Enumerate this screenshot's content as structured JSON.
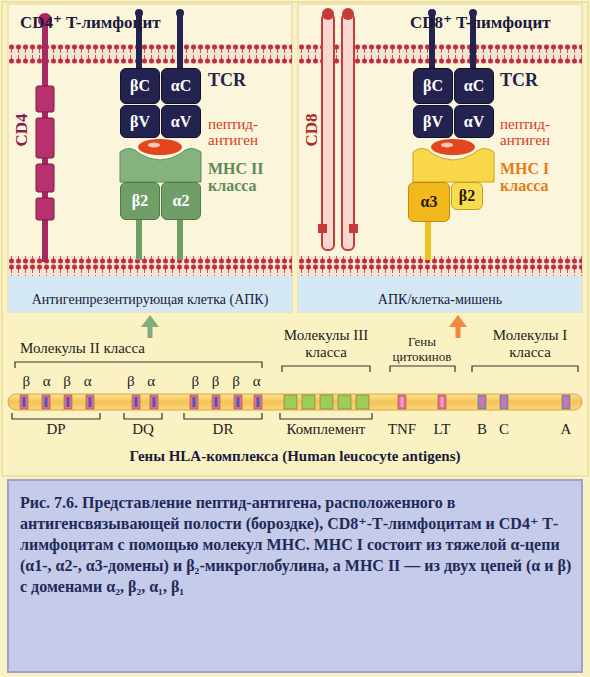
{
  "diagram": {
    "caption": "Рис. 7.6. Представление пептид-антигена, расположенного в антигенсвязывающей полости (бороздке), CD8⁺-Т-лимфоцитам и CD4⁺ Т-лимфоцитам с помощью молекул МНС. МНС I состоит из тяжелой α-цепи (α1-, α2-, α3-домены) и β₂-микроглобулина, а МНС II — из двух цепей (α и β) с доменами α₂, β₂, α₁, β₁",
    "nodes": [
      {
        "text": [
          "CD4⁺ T-лимфоцит"
        ]
      },
      {
        "text": [
          "βC"
        ],
        "in": 0
      },
      {
        "text": [
          "αC"
        ],
        "in": 0
      },
      {
        "text": [
          "βV"
        ],
        "in": 0
      },
      {
        "text": [
          "αV"
        ],
        "in": 0
      },
      {
        "text": [
          "β2"
        ],
        "in": 0
      },
      {
        "text": [
          "α2"
        ],
        "in": 0
      },
      {
        "text": [
          "Антигенпрезентирующая клетка (АПК)"
        ],
        "in": 0
      },
      {
        "text": [
          "CD8⁺ T-лимфоцит"
        ]
      },
      {
        "text": [
          "βC"
        ],
        "in": 8
      },
      {
        "text": [
          "αC"
        ],
        "in": 8
      },
      {
        "text": [
          "βV"
        ],
        "in": 8
      },
      {
        "text": [
          "αV"
        ],
        "in": 8
      },
      {
        "text": [
          "α3"
        ],
        "in": 8
      },
      {
        "text": [
          "β2"
        ],
        "in": 8
      },
      {
        "text": [
          "АПК/клетка-мишень"
        ],
        "in": 8
      }
    ],
    "labels": [
      "CD4",
      "TCR",
      "пептид- антиген",
      "MHC II класса",
      "CD8",
      "TCR",
      "пептид- антиген",
      "MHC I класса",
      "Молекулы II класса",
      "β α β α",
      "β α",
      "β β β α",
      "DP",
      "DQ",
      "DR",
      "Молекулы III класса",
      "Комплемент",
      "Гены цитокинов",
      "TNF",
      "LT",
      "Молекулы I класса",
      "B",
      "C",
      "A",
      "Гены HLA-комплекса (Human leucocyte antigens)"
    ]
  }
}
